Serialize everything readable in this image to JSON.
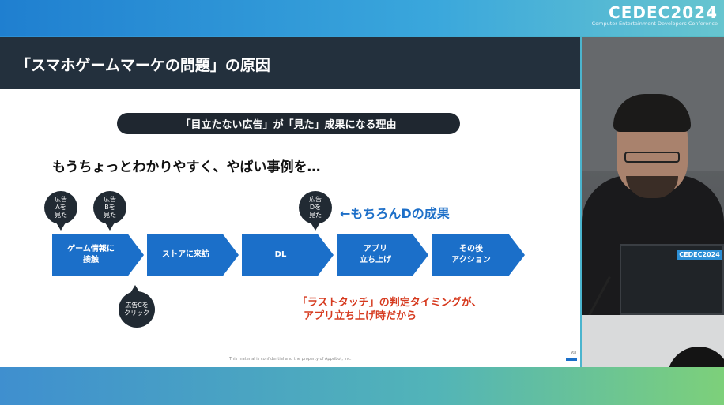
{
  "event": {
    "logo_text": "CEDEC2024",
    "logo_subtitle": "Computer Entertainment Developers Conference",
    "laptop_logo": "CEDEC2024"
  },
  "slide": {
    "title": "「スマホゲームマーケの問題」の原因",
    "reason_pill": "「目立たない広告」が「見た」成果になる理由",
    "headline": "もうちょっとわかりやすく、やばい事例を…",
    "bubbles": {
      "a": "広告\nAを\n見た",
      "b": "広告\nBを\n見た",
      "c": "広告Cを\nクリック",
      "d": "広告\nDを\n見た"
    },
    "steps": [
      "ゲーム情報に\n接触",
      "ストアに来訪",
      "DL",
      "アプリ\n立ち上げ",
      "その後\nアクション"
    ],
    "callout": "←もちろんDの成果",
    "note_line1": "「ラストタッチ」の判定タイミングが、",
    "note_line2": "アプリ立ち上げ時だから",
    "footer": "This material is confidential and the property of Appribot, Inc.",
    "page_number": "68"
  },
  "colors": {
    "title_bar": "#23303d",
    "step_blue": "#1b6fc9",
    "callout_blue": "#1d6fc8",
    "note_red": "#d63a1f",
    "bubble_dark": "#212a33"
  }
}
